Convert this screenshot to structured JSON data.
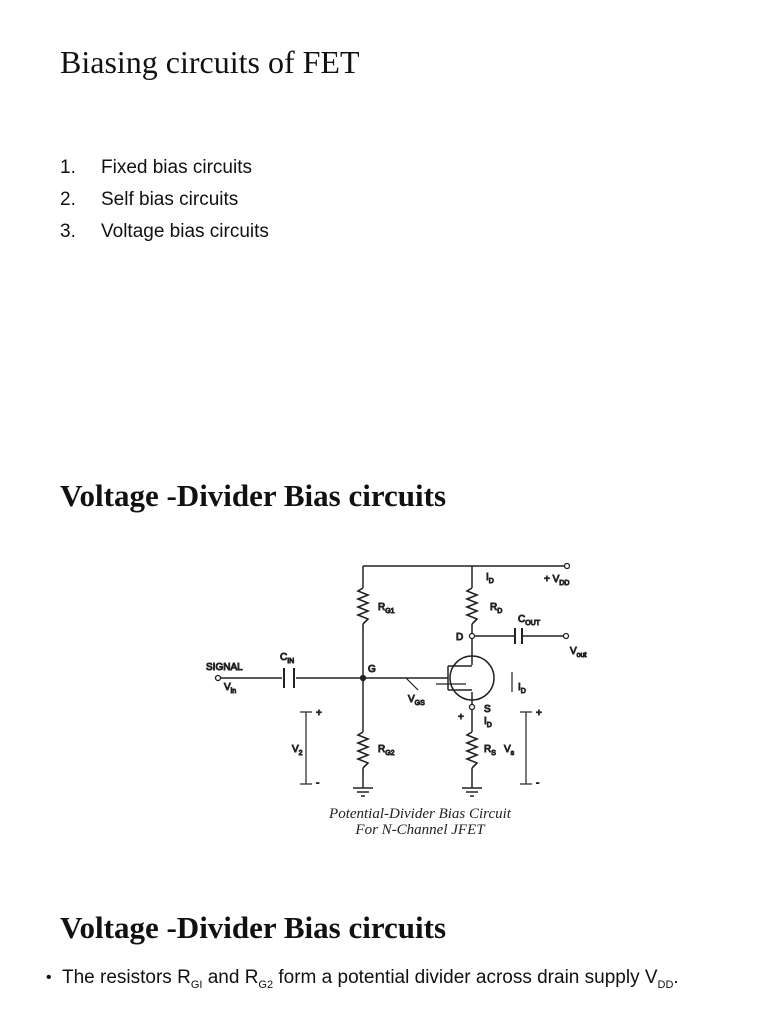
{
  "title1": "Biasing circuits of FET",
  "list": [
    {
      "num": "1.",
      "text": "Fixed bias circuits"
    },
    {
      "num": "2.",
      "text": "Self bias circuits"
    },
    {
      "num": "3.",
      "text": "Voltage bias circuits"
    }
  ],
  "section_title_1": "Voltage -Divider Bias circuits",
  "section_title_2": "Voltage -Divider Bias circuits",
  "circuit": {
    "signal": "SIGNAL",
    "vin": "V",
    "vin_sub": "in",
    "cin": "C",
    "cin_sub": "IN",
    "rg1": "R",
    "rg1_sub": "G1",
    "rg2": "R",
    "rg2_sub": "G2",
    "rd": "R",
    "rd_sub": "D",
    "rs": "R",
    "rs_sub": "S",
    "cout": "C",
    "cout_sub": "OUT",
    "vdd": "+ V",
    "vdd_sub": "DD",
    "vout": "V",
    "vout_sub": "out",
    "id": "I",
    "id_sub": "D",
    "g": "G",
    "d": "D",
    "s": "S",
    "vgs": "V",
    "vgs_sub": "GS",
    "v2": "V",
    "v2_sub": "2",
    "vs": "V",
    "vs_sub": "s",
    "plus": "+",
    "minus": "-",
    "caption_line1": "Potential-Divider Bias Circuit",
    "caption_line2": "For N-Channel JFET"
  },
  "bullet": {
    "t1": "The resistors R",
    "s1": "GI",
    "t2": " and R",
    "s2": "G2",
    "t3": " form a potential divider across drain supply V",
    "s3": "DD",
    "t4": "."
  }
}
